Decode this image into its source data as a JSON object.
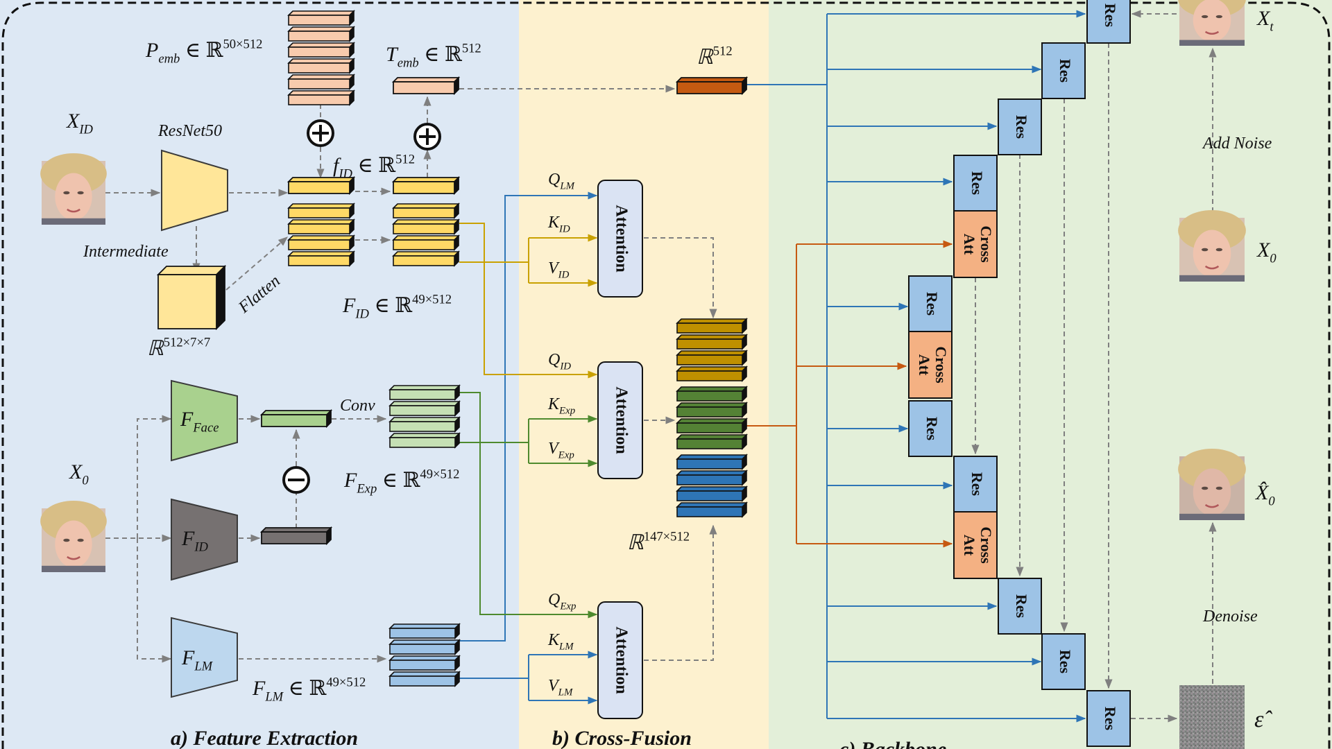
{
  "sections": {
    "feature_extraction": "a)   Feature Extraction",
    "cross_fusion": "b) Cross-Fusion",
    "backbone": "c) Backbone"
  },
  "labels": {
    "x_id": {
      "base": "X",
      "sub": "ID"
    },
    "resnet": "ResNet50",
    "intermediate": "Intermediate",
    "flatten": "Flatten",
    "r512x7x7": {
      "base": "ℝ",
      "sup": "512×7×7"
    },
    "p_emb": {
      "base": "P",
      "sub": "emb",
      "rest": " ∈ ℝ",
      "sup": "50×512"
    },
    "t_emb": {
      "base": "T",
      "sub": "emb",
      "rest": " ∈ ℝ",
      "sup": "512"
    },
    "f_id_vec": {
      "base": "f",
      "sub": "ID",
      "rest": " ∈ ℝ",
      "sup": "512"
    },
    "F_ID": {
      "base": "F",
      "sub": "ID",
      "rest": " ∈ ℝ",
      "sup": "49×512"
    },
    "x0_left": {
      "base": "X",
      "sub": "0"
    },
    "f_face": {
      "base": "F",
      "sub": "Face"
    },
    "f_id_enc": {
      "base": "F",
      "sub": "ID"
    },
    "f_lm": {
      "base": "F",
      "sub": "LM"
    },
    "conv": "Conv",
    "F_Exp": {
      "base": "F",
      "sub": "Exp",
      "rest": " ∈ ℝ",
      "sup": "49×512"
    },
    "F_LM": {
      "base": "F",
      "sub": "LM",
      "rest": " ∈ ℝ",
      "sup": "49×512"
    },
    "r512": {
      "base": "ℝ",
      "sup": "512"
    },
    "r147": {
      "base": "ℝ",
      "sup": "147×512"
    },
    "q_lm": {
      "base": "Q",
      "sub": "LM"
    },
    "k_id": {
      "base": "K",
      "sub": "ID"
    },
    "v_id": {
      "base": "V",
      "sub": "ID"
    },
    "q_id": {
      "base": "Q",
      "sub": "ID"
    },
    "k_exp": {
      "base": "K",
      "sub": "Exp"
    },
    "v_exp": {
      "base": "V",
      "sub": "Exp"
    },
    "q_exp": {
      "base": "Q",
      "sub": "Exp"
    },
    "k_lm": {
      "base": "K",
      "sub": "LM"
    },
    "v_lm": {
      "base": "V",
      "sub": "LM"
    },
    "attention": "Attention",
    "res": "Res",
    "cross": "Cross",
    "att": "Att",
    "xt": {
      "base": "X",
      "sub": "t"
    },
    "x0_right": {
      "base": "X",
      "sub": "0"
    },
    "x0_hat": {
      "base": "X̂",
      "sub": "0"
    },
    "eps_hat": "ε̂",
    "add_noise": "Add Noise",
    "denoise": "Denoise"
  },
  "colors": {
    "panel_a": "#dde8f4",
    "panel_b": "#fdf1cf",
    "panel_c": "#e3efd9",
    "blue_line": "#2e75b6",
    "gold_line": "#c9a100",
    "green_line": "#4e8a2e",
    "orange_line": "#c65911",
    "grey_dash": "#7f7f7f",
    "res_fill": "#9dc3e6",
    "crossatt_fill": "#f4b183",
    "attention_fill": "#dae3f3",
    "yellow_feat": "#ffd966",
    "pink_feat": "#f8cbad",
    "green_feat": "#c5e0b4",
    "blue_feat": "#9dc3e6",
    "fused_gold": "#bf9000",
    "fused_green": "#548235",
    "fused_blue": "#2e75b6",
    "temb_dark": "#c55a11"
  },
  "icons": [
    "oplus-icon",
    "ominus-icon",
    "face-image",
    "noise-image"
  ]
}
